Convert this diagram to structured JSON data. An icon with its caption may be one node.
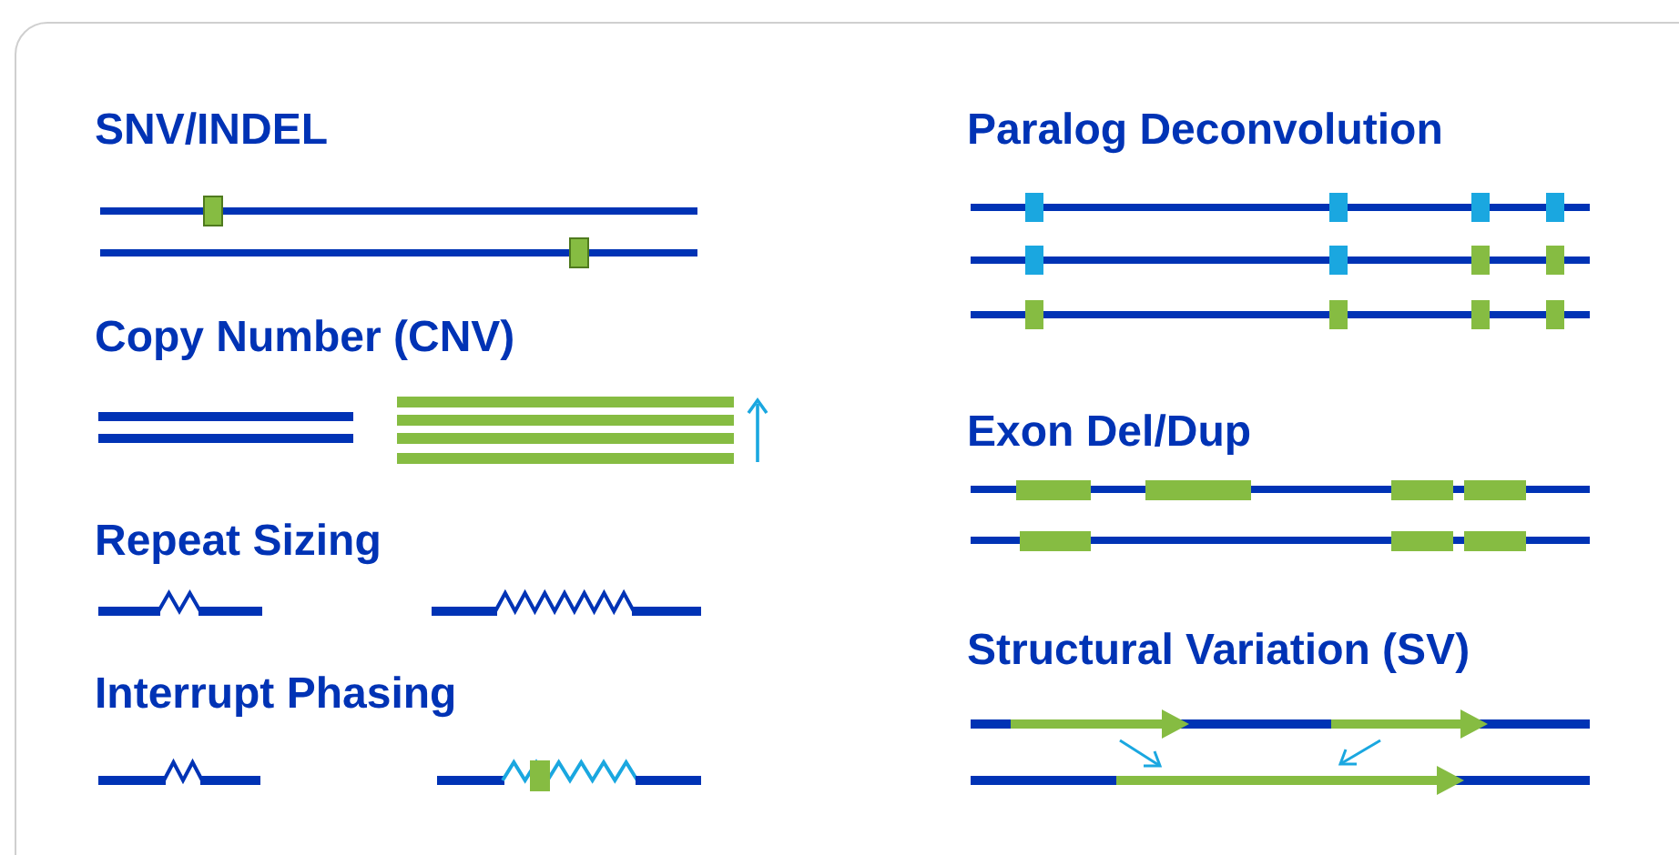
{
  "diagram": {
    "labels": [
      "SNV/INDEL",
      "Copy Number (CNV)",
      "Repeat Sizing",
      "Interrupt Phasing",
      "Paralog Deconvolution",
      "Exon Del/Dup",
      "Structural Variation (SV)"
    ]
  }
}
